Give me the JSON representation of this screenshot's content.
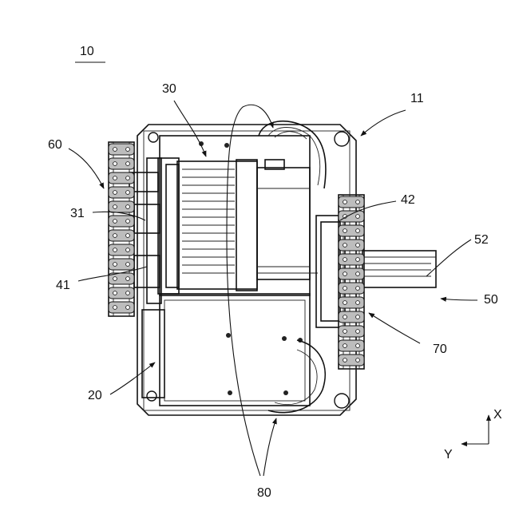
{
  "figure": {
    "reference_numerals": {
      "assembly": "10",
      "housing": "11",
      "base": "20",
      "motor": "30",
      "motor_shaft": "31",
      "gear_left": "41",
      "gear_right": "42",
      "output": "50",
      "output_shaft": "52",
      "sprocket_left": "60",
      "sprocket_right": "70",
      "wheel": "80"
    },
    "axes": {
      "x": "X",
      "y": "Y"
    }
  }
}
